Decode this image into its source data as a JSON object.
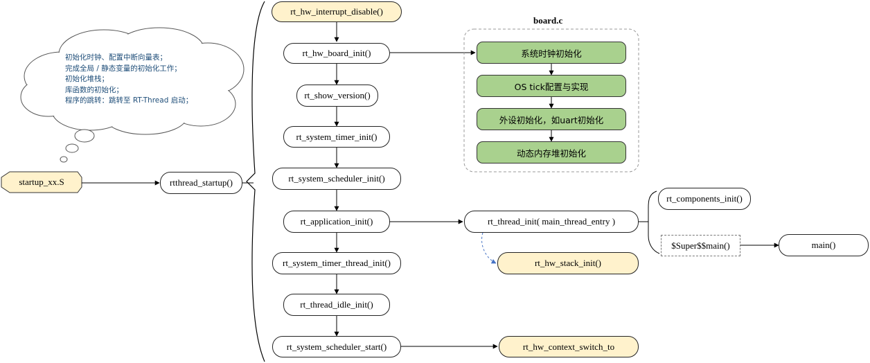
{
  "nodes": {
    "startup": "startup_xx.S",
    "rtthread_startup": "rtthread_startup()",
    "hw_interrupt_disable": "rt_hw_interrupt_disable()",
    "hw_board_init": "rt_hw_board_init()",
    "show_version": "rt_show_version()",
    "system_timer_init": "rt_system_timer_init()",
    "system_scheduler_init": "rt_system_scheduler_init()",
    "application_init": "rt_application_init()",
    "system_timer_thread_init": "rt_system_timer_thread_init()",
    "thread_idle_init": "rt_thread_idle_init()",
    "system_scheduler_start": "rt_system_scheduler_start()",
    "thread_init": "rt_thread_init( main_thread_entry )",
    "hw_stack_init": "rt_hw_stack_init()",
    "hw_context_switch_to": "rt_hw_context_switch_to",
    "components_init": "rt_components_init()",
    "super_main": "$Super$$main()",
    "main": "main()"
  },
  "board": {
    "title": "board.c",
    "steps": [
      "系统时钟初始化",
      "OS tick配置与实现",
      "外设初始化，如uart初始化",
      "动态内存堆初始化"
    ]
  },
  "cloud": {
    "lines": [
      "初始化时钟、配置中断向量表；",
      "完成全局 / 静态变量的初始化工作；",
      "初始化堆栈；",
      "库函数的初始化；",
      "程序的跳转：跳转至 RT-Thread 启动；"
    ]
  },
  "colors": {
    "yellow_fill": "#fff2cc",
    "green_fill": "#a9d18e",
    "cloud_text": "#1f4e79",
    "dashed_arrow": "#4472c4"
  }
}
